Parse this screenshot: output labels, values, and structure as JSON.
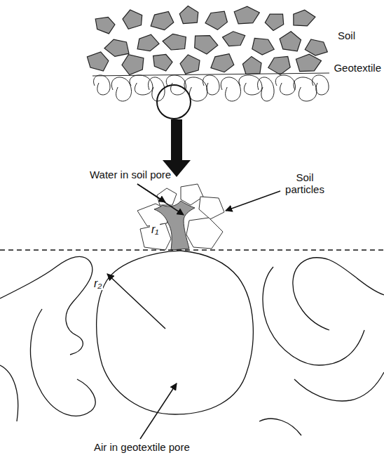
{
  "diagram": {
    "labels": [
      "Soil",
      "Geotextile",
      "Water in soil pore",
      "Soil particles",
      "r₁",
      "r₂",
      "Air in geotextile pore"
    ]
  }
}
